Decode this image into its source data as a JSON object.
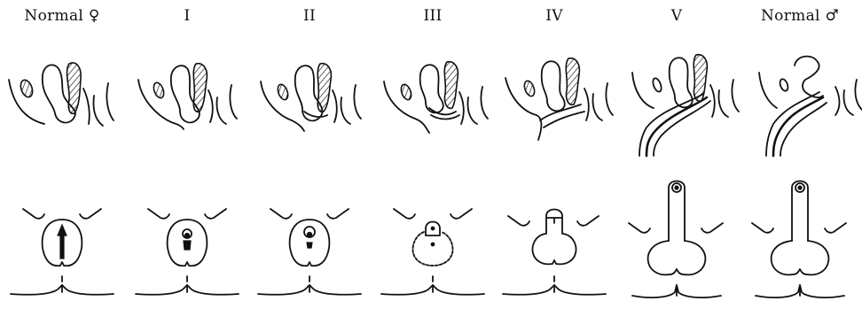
{
  "stages": [
    {
      "label": "Normal ♀"
    },
    {
      "label": "I"
    },
    {
      "label": "II"
    },
    {
      "label": "III"
    },
    {
      "label": "IV"
    },
    {
      "label": "V"
    },
    {
      "label": "Normal ♂"
    }
  ]
}
